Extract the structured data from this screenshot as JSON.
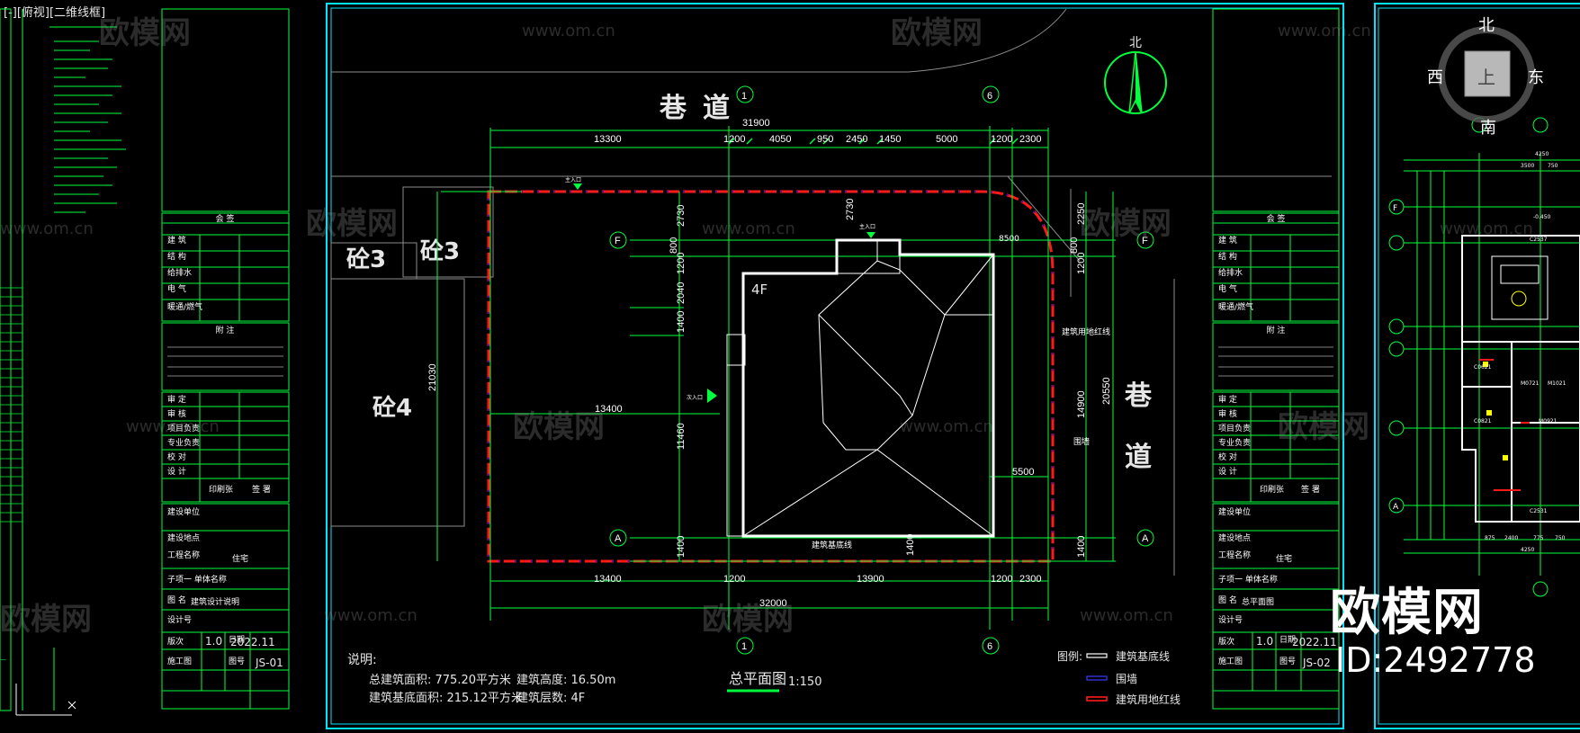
{
  "viewport": {
    "label": "[-][俯视][二维线框]"
  },
  "plan": {
    "road_top": "巷道",
    "road_right_1": "巷",
    "road_right_2": "道",
    "north": "北",
    "lot_3a": "砼3",
    "lot_3b": "砼3",
    "lot_4": "砼4",
    "building_floors": "4F",
    "main_entrance_top": "主入口",
    "main_entrance_bldg": "主入口",
    "secondary_entrance": "次入口",
    "red_line_label": "建筑用地红线",
    "wall_label": "围墙",
    "base_line_label": "建筑基底线",
    "axis_1": "1",
    "axis_6": "6",
    "axis_F": "F",
    "axis_A": "A",
    "dims_top_total": "31900",
    "dims_top": [
      "13300",
      "1200",
      "4050",
      "950",
      "2450",
      "1450",
      "5000",
      "1200",
      "2300"
    ],
    "dims_bottom_total": "32000",
    "dims_bottom": [
      "13400",
      "1200",
      "13900",
      "1200",
      "2300"
    ],
    "dim_inner_13400": "13400",
    "dim_5500": "5500",
    "dim_8500": "8500",
    "dims_left": [
      "2730",
      "800",
      "1200",
      "2040",
      "1400",
      "11460",
      "1400"
    ],
    "dim_left_total": "21030",
    "dims_right": [
      "2250",
      "800",
      "1200",
      "14900",
      "1400"
    ],
    "dim_right_total": "20550",
    "dim_inner_2730": "2730",
    "dim_inner_1400": "1400",
    "notes_title": "说明:",
    "note_1": "总建筑面积: 775.20平方米",
    "note_2": "建筑高度: 16.50m",
    "note_3": "建筑基底面积: 215.12平方米",
    "note_4": "建筑层数: 4F",
    "drawing_title": "总平面图",
    "scale": "1:150",
    "legend_title": "图例:",
    "legend_1": "建筑基底线",
    "legend_2": "围墙",
    "legend_3": "建筑用地红线"
  },
  "title_block_left": {
    "heading": "建筑设计说明",
    "section_countersign": "会 签",
    "rows_cs": [
      "建 筑",
      "结 构",
      "给排水",
      "电 气",
      "暖通/燃气"
    ],
    "section_notes": "附 注",
    "rows_sign": [
      "审 定",
      "审 核",
      "项目负责",
      "专业负责",
      "校 对",
      "设 计"
    ],
    "stamp_1": "印刷张",
    "stamp_2": "签 署",
    "owner": "建设单位",
    "site": "建设地点",
    "project_name_label": "工程名称",
    "project_name": "住宅",
    "subitem": "子项一 单体名称",
    "drawing_name_label": "图 名",
    "drawing_name": "建筑设计说明",
    "design_no": "设计号",
    "version_label": "版次",
    "version": "1.0",
    "date_label": "日期",
    "date": "2022.11",
    "sheet_label": "图号",
    "sheet_no": "JS-01",
    "phase": "施工图"
  },
  "title_block_right": {
    "section_countersign": "会 签",
    "rows_cs": [
      "建 筑",
      "结 构",
      "给排水",
      "电 气",
      "暖通/燃气"
    ],
    "section_notes": "附 注",
    "rows_sign": [
      "审 定",
      "审 核",
      "项目负责",
      "专业负责",
      "校 对",
      "设 计"
    ],
    "stamp_1": "印刷张",
    "stamp_2": "签 署",
    "owner": "建设单位",
    "site": "建设地点",
    "project_name_label": "工程名称",
    "project_name": "住宅",
    "subitem": "子项一 单体名称",
    "drawing_name_label": "图 名",
    "drawing_name": "总平面图",
    "design_no": "设计号",
    "version_label": "版次",
    "version": "1.0",
    "date_label": "日期",
    "date": "2022.11",
    "sheet_label": "图号",
    "sheet_no": "JS-02",
    "phase": "施工图"
  },
  "right_sheet": {
    "dims_top": [
      "4250",
      "3500",
      "750"
    ],
    "dims_bottom": [
      "875",
      "2400",
      "775",
      "750"
    ],
    "dim_bottom_total": "4250",
    "elev": "-0.450",
    "codes": [
      "C2537",
      "C2531",
      "M0721",
      "M0921",
      "M1021",
      "C0621",
      "C0821"
    ]
  },
  "compass": {
    "north": "北",
    "south": "南",
    "west": "西",
    "east": "东",
    "center": "上"
  },
  "watermark": {
    "brand": "欧模网",
    "url": "www.om.cn"
  },
  "brand": {
    "name": "欧模网",
    "id": "ID:2492778"
  },
  "colors": {
    "frame": "#00e5ff",
    "green": "#00ff3c",
    "red": "#ff1a1a",
    "white": "#ffffff",
    "background": "#000000"
  }
}
